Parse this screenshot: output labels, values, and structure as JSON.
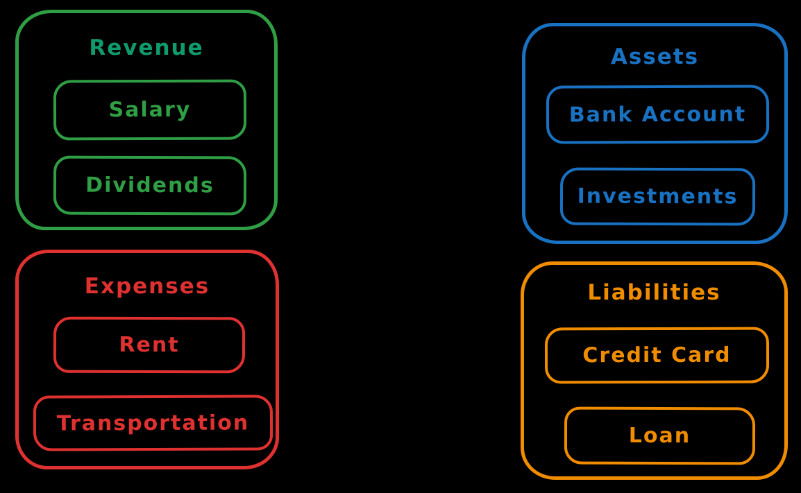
{
  "diagram": {
    "background": "#000000",
    "groups": [
      {
        "id": "revenue",
        "title": "Revenue",
        "color": "#2f9e44",
        "title_color": "#0f9b6c",
        "items": [
          "Salary",
          "Dividends"
        ]
      },
      {
        "id": "assets",
        "title": "Assets",
        "color": "#1971c2",
        "title_color": "#1971c2",
        "items": [
          "Bank Account",
          "Investments"
        ]
      },
      {
        "id": "expenses",
        "title": "Expenses",
        "color": "#e03131",
        "title_color": "#e03131",
        "items": [
          "Rent",
          "Transportation"
        ]
      },
      {
        "id": "liabilities",
        "title": "Liabilities",
        "color": "#f08c00",
        "title_color": "#f08c00",
        "items": [
          "Credit Card",
          "Loan"
        ]
      }
    ]
  }
}
